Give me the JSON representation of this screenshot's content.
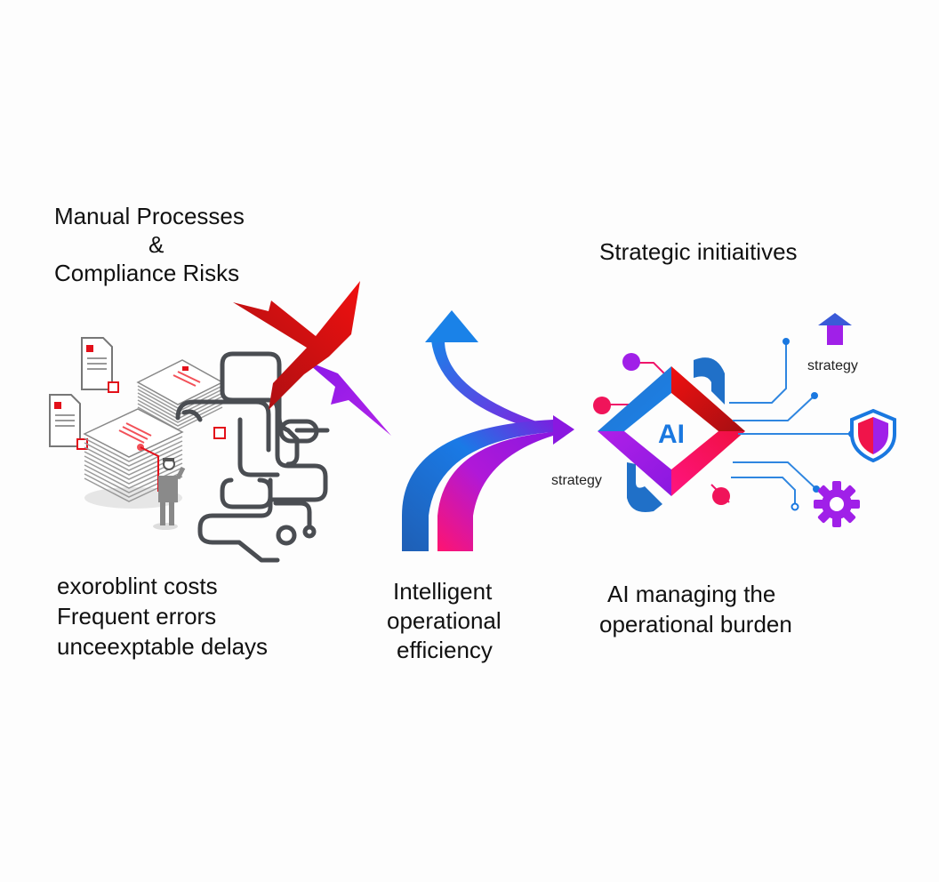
{
  "left": {
    "title_line1": "Manual Processes",
    "title_amp": "&",
    "title_line2": "Compliance Risks",
    "problems": [
      "exoroblint costs",
      "Frequent errors",
      "unceexptable delays"
    ]
  },
  "middle": {
    "caption": [
      "Intelligent",
      "operational",
      "efficiency"
    ]
  },
  "right": {
    "title": "Strategic initiaitives",
    "ai_label": "AI",
    "strategy_label_left": "strategy",
    "strategy_label_top": "strategy",
    "caption": [
      "AI managing the",
      "operational burden"
    ]
  },
  "icons": {
    "documents": "document-stack-icon",
    "maze": "tangled-process-icon",
    "cross": "red-x-icon",
    "arrows": "curved-arrows-icon",
    "ai_logo": "ai-diamond-icon",
    "up_arrow": "up-arrow-icon",
    "shield": "shield-icon",
    "gear": "gear-icon"
  },
  "colors": {
    "red": "#e3101a",
    "purple": "#a51ce8",
    "blue": "#1478e0",
    "pink": "#f0146a",
    "gray": "#4a4d52",
    "circuit": "#2f86e0"
  }
}
